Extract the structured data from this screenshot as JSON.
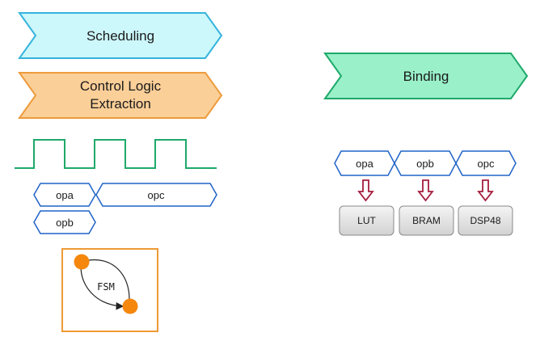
{
  "left": {
    "scheduling": {
      "label": "Scheduling"
    },
    "control_logic": {
      "line1": "Control Logic",
      "line2": "Extraction"
    },
    "ops": {
      "opa": "opa",
      "opc": "opc",
      "opb": "opb"
    },
    "fsm": {
      "label": "FSM"
    }
  },
  "right": {
    "binding": {
      "label": "Binding"
    },
    "ops": {
      "opa": "opa",
      "opb": "opb",
      "opc": "opc"
    },
    "resources": {
      "lut": "LUT",
      "bram": "BRAM",
      "dsp": "DSP48"
    }
  },
  "colors": {
    "scheduling_fill": "#ccf7fb",
    "scheduling_stroke": "#36b3dc",
    "control_fill": "#fbcf98",
    "control_stroke": "#ed9b3c",
    "binding_fill": "#99f0c9",
    "binding_stroke": "#1ea96a",
    "clock": "#1ea96a",
    "op_stroke": "#1f63c7",
    "arrow": "#a51d3d",
    "fsm_border": "#ee9a35",
    "fsm_node": "#f5870c"
  }
}
